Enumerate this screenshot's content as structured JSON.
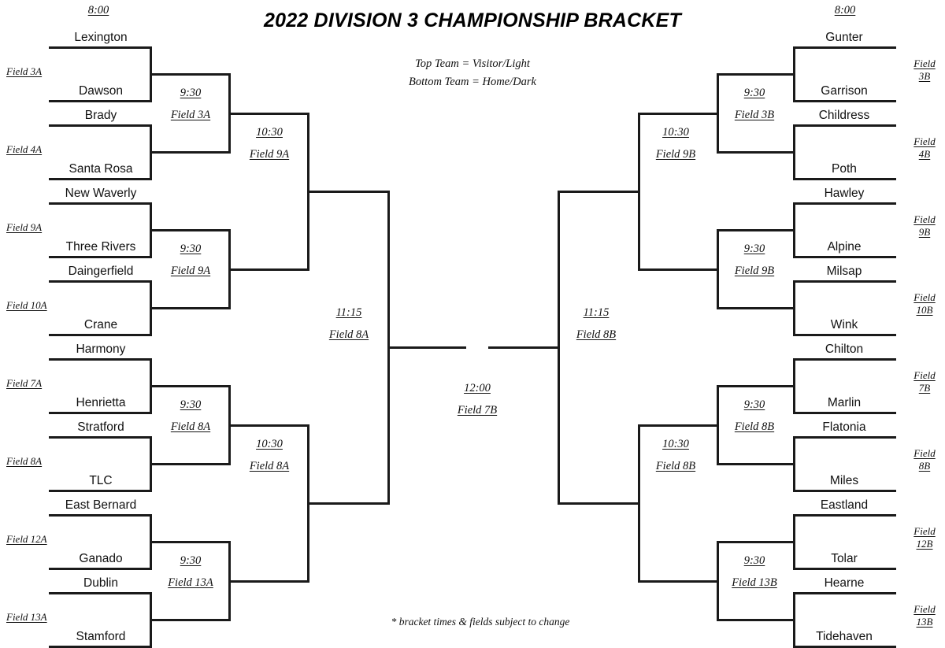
{
  "title": "2022 DIVISION 3 CHAMPIONSHIP BRACKET",
  "legend": {
    "line1": "Top Team = Visitor/Light",
    "line2": "Bottom Team = Home/Dark"
  },
  "footnote": "* bracket times & fields subject to change",
  "round1_header_time": "8:00",
  "left": {
    "teams": [
      "Lexington",
      "Dawson",
      "Brady",
      "Santa Rosa",
      "New Waverly",
      "Three Rivers",
      "Daingerfield",
      "Crane",
      "Harmony",
      "Henrietta",
      "Stratford",
      "TLC",
      "East Bernard",
      "Ganado",
      "Dublin",
      "Stamford"
    ],
    "round1_fields": [
      "Field 3A",
      "Field 4A",
      "Field 9A",
      "Field 10A",
      "Field 7A",
      "Field 8A",
      "Field 12A",
      "Field 13A"
    ],
    "round2": [
      {
        "time": "9:30",
        "field": "Field 3A"
      },
      {
        "time": "9:30",
        "field": "Field 9A"
      },
      {
        "time": "9:30",
        "field": "Field 8A"
      },
      {
        "time": "9:30",
        "field": "Field 13A"
      }
    ],
    "round3": [
      {
        "time": "10:30",
        "field": "Field 9A"
      },
      {
        "time": "10:30",
        "field": "Field 8A"
      }
    ],
    "semifinal": {
      "time": "11:15",
      "field": "Field 8A"
    }
  },
  "right": {
    "teams": [
      "Gunter",
      "Garrison",
      "Childress",
      "Poth",
      "Hawley",
      "Alpine",
      "Milsap",
      "Wink",
      "Chilton",
      "Marlin",
      "Flatonia",
      "Miles",
      "Eastland",
      "Tolar",
      "Hearne",
      "Tidehaven"
    ],
    "round1_fields": [
      {
        "l1": "Field",
        "l2": "3B"
      },
      {
        "l1": "Field",
        "l2": "4B"
      },
      {
        "l1": "Field",
        "l2": "9B"
      },
      {
        "l1": "Field",
        "l2": "10B"
      },
      {
        "l1": "Field",
        "l2": "7B"
      },
      {
        "l1": "Field",
        "l2": "8B"
      },
      {
        "l1": "Field",
        "l2": "12B"
      },
      {
        "l1": "Field",
        "l2": "13B"
      }
    ],
    "round2": [
      {
        "time": "9:30",
        "field": "Field 3B"
      },
      {
        "time": "9:30",
        "field": "Field 9B"
      },
      {
        "time": "9:30",
        "field": "Field 8B"
      },
      {
        "time": "9:30",
        "field": "Field 13B"
      }
    ],
    "round3": [
      {
        "time": "10:30",
        "field": "Field 9B"
      },
      {
        "time": "10:30",
        "field": "Field 8B"
      }
    ],
    "semifinal": {
      "time": "11:15",
      "field": "Field 8B"
    }
  },
  "final": {
    "time": "12:00",
    "field": "Field 7B"
  },
  "colors": {
    "line": "#1a1a1a",
    "text": "#111111",
    "background": "#ffffff"
  }
}
